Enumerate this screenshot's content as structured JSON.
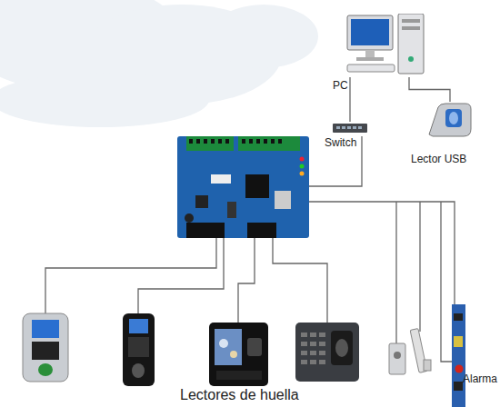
{
  "diagram": {
    "nodes": [
      {
        "text": [
          "PC"
        ]
      },
      {
        "text": [
          "Switch"
        ]
      },
      {
        "text": [
          "Lector USB"
        ]
      }
    ],
    "edges": [
      {
        "from": 0,
        "to": 1,
        "arrow": "none"
      },
      {
        "from": 0,
        "to": 2,
        "arrow": "none"
      }
    ],
    "labels": [
      "Lectores de huella",
      "Alarma"
    ]
  }
}
